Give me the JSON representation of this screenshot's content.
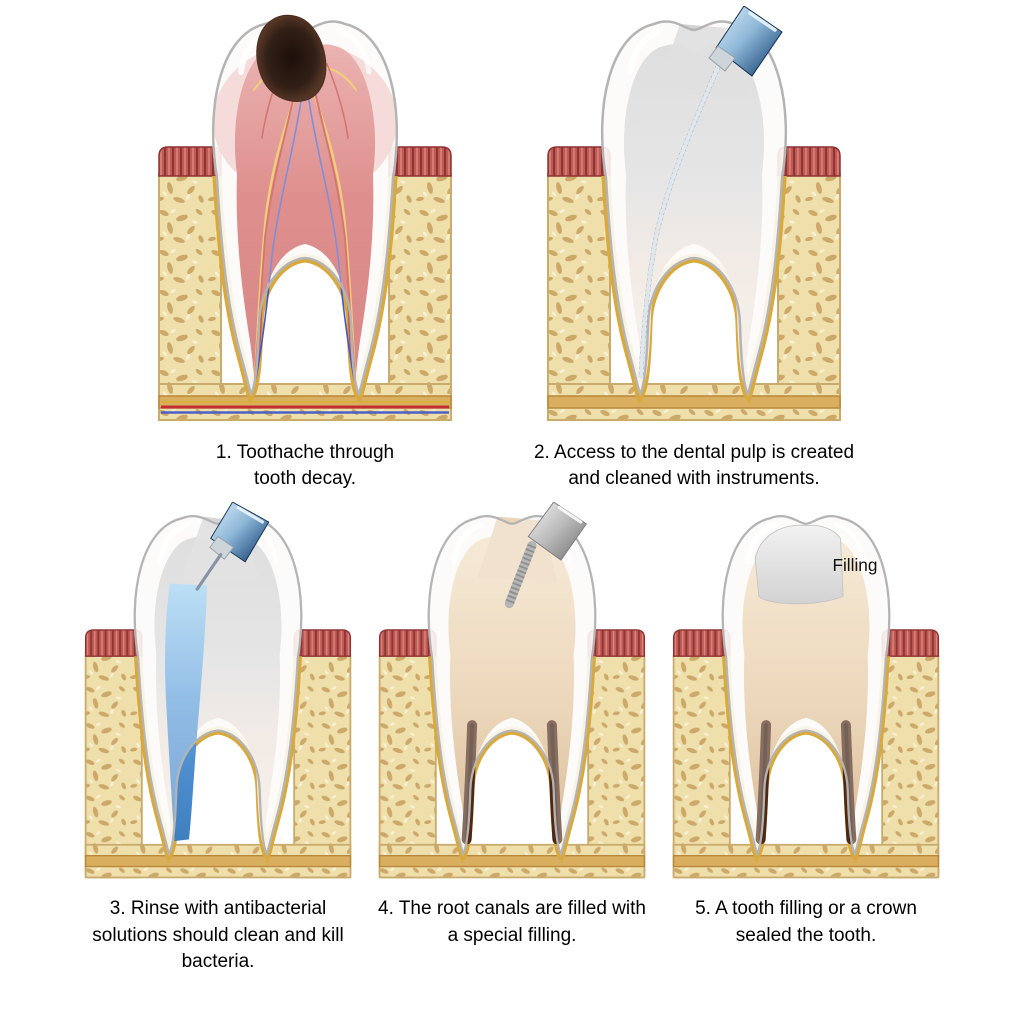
{
  "figure": {
    "type": "medical-illustration",
    "subject": "Root canal treatment steps",
    "steps": [
      {
        "num": "1",
        "caption": "1. Toothache through tooth decay."
      },
      {
        "num": "2",
        "caption": "2. Access to the dental pulp is created and cleaned with instruments."
      },
      {
        "num": "3",
        "caption": "3. Rinse with antibacterial solutions should clean and kill bacteria."
      },
      {
        "num": "4",
        "caption": "4. The root canals are filled with a special filling."
      },
      {
        "num": "5",
        "caption": "5. A tooth filling or a crown sealed the tooth."
      }
    ],
    "labels": {
      "filling": "Filling"
    },
    "colors": {
      "background": "#ffffff",
      "bone": "#eedfab",
      "bone_speckle": "#c39a58",
      "gum": "#c05a55",
      "periodontal_gold": "#d9a93c",
      "enamel_outline": "#b9b9b9",
      "inflamed_pulp": "#c5504d",
      "decay": "#2a1812",
      "instrument_blue": "#35618e",
      "instrument_steel": "#9a9a9a",
      "rinse_blue": "#5a9ad8",
      "canal_filling_brown": "#4f2814",
      "filling_gray": "#c8c8c8",
      "caption_text": "#000000"
    }
  }
}
